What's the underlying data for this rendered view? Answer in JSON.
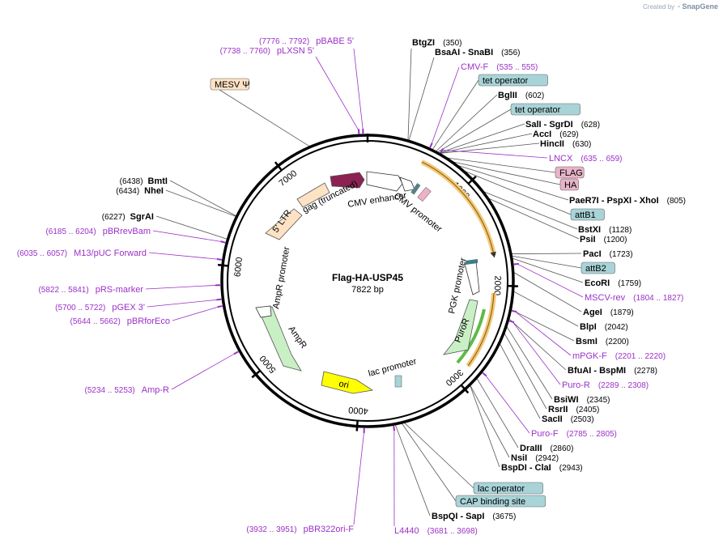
{
  "watermark": {
    "created_by": "Created by",
    "brand": "SnapGene"
  },
  "plasmid": {
    "name": "Flag-HA-USP45",
    "size": "7822 bp"
  },
  "ticks": [
    "1000",
    "2000",
    "3000",
    "4000",
    "5000",
    "6000",
    "7000"
  ],
  "colors": {
    "primer": "#9b30c8",
    "operator_fill": "#a8d4d8",
    "tag_fill": "#e8b4c8",
    "ltr_fill": "#fde2c4",
    "ampr_fill": "#c9f0c4",
    "ori_fill": "#ffff00",
    "gag_fill": "#8b2252"
  },
  "enzymes": [
    {
      "id": "btgzi",
      "name": "BtgZI",
      "pos": "(350)"
    },
    {
      "id": "bsaai",
      "name": "BsaAI",
      "name2": "SnaBI",
      "pos": "(356)"
    },
    {
      "id": "bglii",
      "name": "BglII",
      "pos": "(602)"
    },
    {
      "id": "sali",
      "name": "SalI",
      "name2": "SgrDI",
      "pos": "(628)"
    },
    {
      "id": "acci",
      "name": "AccI",
      "pos": "(629)"
    },
    {
      "id": "hincii",
      "name": "HincII",
      "pos": "(630)"
    },
    {
      "id": "pae7i",
      "name": "PaeR7I",
      "name2": "PspXI",
      "name3": "XhoI",
      "pos": "(805)"
    },
    {
      "id": "bstxi",
      "name": "BstXI",
      "pos": "(1128)"
    },
    {
      "id": "psii",
      "name": "PsiI",
      "pos": "(1200)"
    },
    {
      "id": "paci",
      "name": "PacI",
      "pos": "(1723)"
    },
    {
      "id": "ecori",
      "name": "EcoRI",
      "pos": "(1759)"
    },
    {
      "id": "agei",
      "name": "AgeI",
      "pos": "(1879)"
    },
    {
      "id": "blpi",
      "name": "BlpI",
      "pos": "(2042)"
    },
    {
      "id": "bsmi",
      "name": "BsmI",
      "pos": "(2200)"
    },
    {
      "id": "bfuai",
      "name": "BfuAI",
      "name2": "BspMI",
      "pos": "(2278)"
    },
    {
      "id": "bsiwi",
      "name": "BsiWI",
      "pos": "(2345)"
    },
    {
      "id": "rsrii",
      "name": "RsrII",
      "pos": "(2405)"
    },
    {
      "id": "sacii",
      "name": "SacII",
      "pos": "(2503)"
    },
    {
      "id": "draiii",
      "name": "DraIII",
      "pos": "(2860)"
    },
    {
      "id": "nsii",
      "name": "NsiI",
      "pos": "(2942)"
    },
    {
      "id": "bspdi",
      "name": "BspDI",
      "name2": "ClaI",
      "pos": "(2943)"
    },
    {
      "id": "bspqi",
      "name": "BspQI",
      "name2": "SapI",
      "pos": "(3675)"
    },
    {
      "id": "bmti",
      "name": "BmtI",
      "pos": "(6438)"
    },
    {
      "id": "nhei",
      "name": "NheI",
      "pos": "(6434)"
    },
    {
      "id": "sgrai",
      "name": "SgrAI",
      "pos": "(6227)"
    }
  ],
  "primers": [
    {
      "id": "pbabe",
      "name": "pBABE 5'",
      "range": "(7776 .. 7792)"
    },
    {
      "id": "plxsn",
      "name": "pLXSN 5'",
      "range": "(7738 .. 7760)"
    },
    {
      "id": "cmvf",
      "name": "CMV-F",
      "range": "(535 .. 555)"
    },
    {
      "id": "lncx",
      "name": "LNCX",
      "range": "(635 .. 659)"
    },
    {
      "id": "msvrev",
      "name": "MSCV-rev",
      "range": "(1804 .. 1827)"
    },
    {
      "id": "mpgkf",
      "name": "mPGK-F",
      "range": "(2201 .. 2220)"
    },
    {
      "id": "puror",
      "name": "Puro-R",
      "range": "(2289 .. 2308)"
    },
    {
      "id": "purof",
      "name": "Puro-F",
      "range": "(2785 .. 2805)"
    },
    {
      "id": "pbrrev",
      "name": "pBRrevBam",
      "range": "(6185 .. 6204)"
    },
    {
      "id": "m13",
      "name": "M13/pUC Forward",
      "range": "(6035 .. 6057)"
    },
    {
      "id": "prs",
      "name": "pRS-marker",
      "range": "(5822 .. 5841)"
    },
    {
      "id": "pgex",
      "name": "pGEX 3'",
      "range": "(5700 .. 5722)"
    },
    {
      "id": "pbrfor",
      "name": "pBRforEco",
      "range": "(5644 .. 5662)"
    },
    {
      "id": "ampr",
      "name": "Amp-R",
      "range": "(5234 .. 5253)"
    },
    {
      "id": "pbr322",
      "name": "pBR322ori-F",
      "range": "(3932 .. 3951)"
    },
    {
      "id": "l4440",
      "name": "L4440",
      "range": "(3681 .. 3698)"
    }
  ],
  "feature_boxes": [
    {
      "id": "tetop1",
      "text": "tet operator"
    },
    {
      "id": "tetop2",
      "text": "tet operator"
    },
    {
      "id": "flag",
      "text": "FLAG"
    },
    {
      "id": "ha",
      "text": "HA"
    },
    {
      "id": "attb1",
      "text": "attB1"
    },
    {
      "id": "attb2",
      "text": "attB2"
    },
    {
      "id": "lacop",
      "text": "lac operator"
    },
    {
      "id": "cap",
      "text": "CAP binding site"
    },
    {
      "id": "mesv",
      "text": "MESV Ψ"
    }
  ],
  "inner_labels": {
    "gag": "gag (truncated)",
    "cmv_enh": "CMV enhancer",
    "cmv_prom": "CMV promoter",
    "ltr": "5' LTR",
    "pgk": "PGK promoter",
    "puror": "PuroR",
    "ampr_prom": "AmpR promoter",
    "ampr": "AmpR",
    "ori": "ori",
    "lac": "lac promoter"
  }
}
